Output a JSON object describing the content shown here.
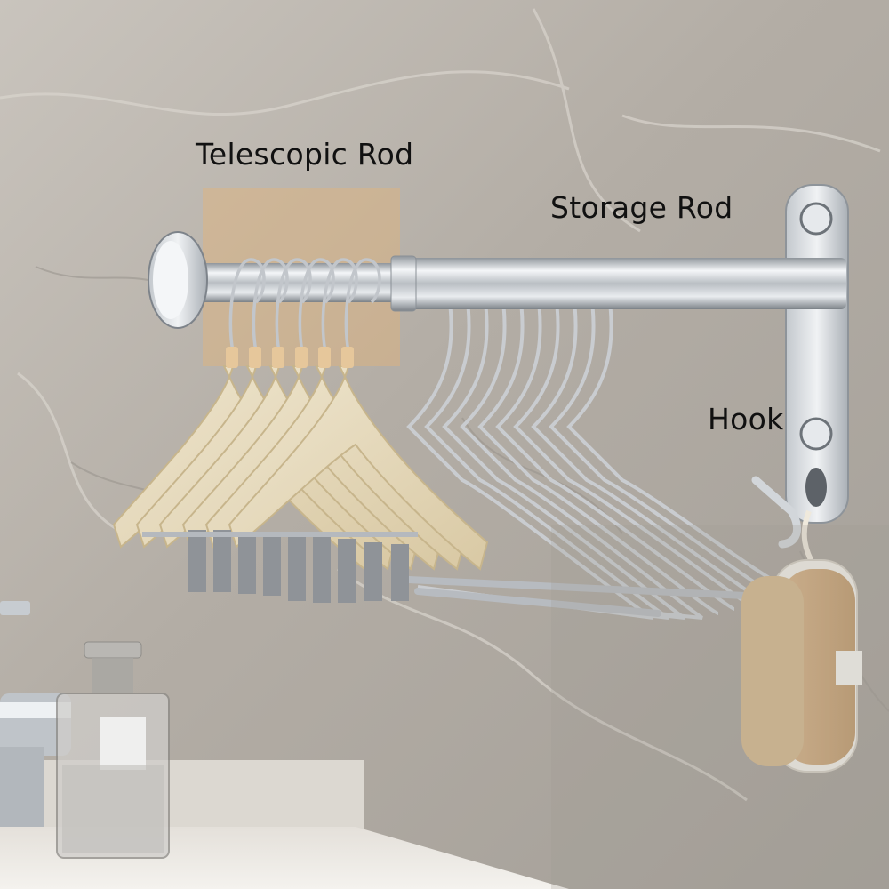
{
  "labels": {
    "telescopic_rod": "Telescopic Rod",
    "storage_rod": "Storage Rod",
    "hook": "Hook"
  },
  "colors": {
    "wall": "#b8b2aa",
    "chrome": "#d9dcdf",
    "wood": "#e8dcc0",
    "highlight": "#e2b47a",
    "counter": "#ece9e4",
    "label_text": "#111111"
  },
  "objects": [
    "wall-mounted chrome rack",
    "wooden hangers",
    "steel wire hangers",
    "bath brush",
    "glass bottle",
    "faucet",
    "marble countertop"
  ]
}
